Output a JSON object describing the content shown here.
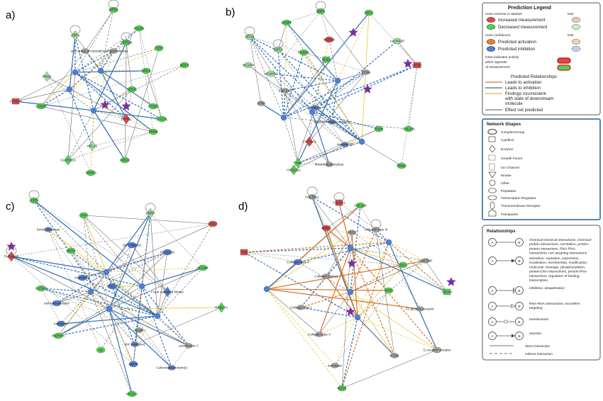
{
  "panel_labels": [
    "a)",
    "b)",
    "c)",
    "d)"
  ],
  "colors": {
    "up": "#e04848",
    "down": "#4fd24f",
    "down_light": "#9be49b",
    "act": "#e8802a",
    "inh": "#4d7fd6",
    "gray": "#a9a9a9",
    "edge_blue": "#2f6fb8",
    "edge_orange": "#d8742a",
    "edge_yellow": "#e3c21b",
    "edge_gray": "#777777",
    "star": "#7b2f9e"
  },
  "panels": [
    {
      "nodes": [
        {
          "t": "RTTN",
          "c": "down"
        },
        {
          "t": "HAUS1",
          "c": "down"
        },
        {
          "t": "DBF4",
          "c": "down_light"
        },
        {
          "t": "acyl group acceptor",
          "c": "gray"
        },
        {
          "t": "phosphotransferase",
          "c": "gray"
        },
        {
          "t": "CEP135",
          "c": "down"
        },
        {
          "t": "CEP",
          "c": "down"
        },
        {
          "t": "PRM1",
          "c": "down_light"
        },
        {
          "t": "SRPX",
          "c": "down"
        },
        {
          "t": "MGP1",
          "c": "down"
        },
        {
          "t": "ATP8A3",
          "c": "up"
        },
        {
          "t": "CCNA1",
          "c": "down"
        },
        {
          "t": "ACE11",
          "c": "down"
        },
        {
          "t": "EPHB1",
          "c": "up"
        },
        {
          "t": "CTSD1",
          "c": "down"
        },
        {
          "t": "EFCC2L",
          "c": "down"
        },
        {
          "t": "PRM3",
          "c": "down"
        },
        {
          "t": "HELLS",
          "c": "down_light"
        },
        {
          "t": "GUCY1B3",
          "c": "down"
        },
        {
          "t": "UROC",
          "c": "down"
        },
        {
          "t": "TRIP13",
          "c": "down"
        }
      ]
    },
    {
      "nodes": [
        {
          "t": "MKX",
          "c": "down"
        },
        {
          "t": "IGF1",
          "c": "down"
        },
        {
          "t": "NCAN",
          "c": "down_light"
        },
        {
          "t": "CENPF",
          "c": "down"
        },
        {
          "t": "BUB1",
          "c": "down"
        },
        {
          "t": "SMG3",
          "c": "down_light"
        },
        {
          "t": "FOXM1",
          "c": "down"
        },
        {
          "t": "MCM10",
          "c": "up"
        },
        {
          "t": "NCAPH",
          "c": "down_light"
        },
        {
          "t": "NCAPG2",
          "c": "down_light"
        },
        {
          "t": "ALOX5AP",
          "c": "down_light"
        },
        {
          "t": "PCNA",
          "c": "gray"
        },
        {
          "t": "MCM2",
          "c": "up"
        },
        {
          "t": "SWI-SNF",
          "c": "gray"
        },
        {
          "t": "TPM",
          "c": "gray"
        },
        {
          "t": "hormone",
          "c": "inh"
        },
        {
          "t": "thyroid hormone receptor",
          "c": "inh"
        },
        {
          "t": "CYP19A1",
          "c": "up"
        },
        {
          "t": "ECM",
          "c": "down"
        },
        {
          "t": "COL4A5",
          "c": "down"
        },
        {
          "t": "TYMS",
          "c": "down"
        },
        {
          "t": "Histone H3",
          "c": "inh"
        },
        {
          "t": "histone deacetylase",
          "c": "gray"
        },
        {
          "t": "HSD11B1",
          "c": "down"
        },
        {
          "t": "RRM2",
          "c": "down"
        }
      ]
    },
    {
      "nodes": [
        {
          "t": "CFD",
          "c": "down"
        },
        {
          "t": "FAP",
          "c": "down"
        },
        {
          "t": "DNER",
          "c": "down_light"
        },
        {
          "t": "CDK7",
          "c": "up"
        },
        {
          "t": "Serine Protease",
          "c": "inh"
        },
        {
          "t": "TMEM189",
          "c": "up"
        },
        {
          "t": "DPP4",
          "c": "down"
        },
        {
          "t": "SRC (family)",
          "c": "inh"
        },
        {
          "t": "PLA2G16",
          "c": "inh"
        },
        {
          "t": "NCAM1",
          "c": "down"
        },
        {
          "t": "chemokine",
          "c": "inh"
        },
        {
          "t": "SLC9A2",
          "c": "down"
        },
        {
          "t": "estrogen receptor",
          "c": "inh"
        },
        {
          "t": "CXCL2",
          "c": "inh"
        },
        {
          "t": "Focal adhesion kinase",
          "c": "inh"
        },
        {
          "t": "RAB27A",
          "c": "down"
        },
        {
          "t": "Interferon",
          "c": "inh"
        },
        {
          "t": "Integrin",
          "c": "gray"
        },
        {
          "t": "RSPH14",
          "c": "down"
        },
        {
          "t": "Ap",
          "c": "down"
        },
        {
          "t": "IKK (complex)",
          "c": "inh"
        },
        {
          "t": "cytochrome C",
          "c": "gray"
        },
        {
          "t": "AMPK",
          "c": "inh"
        },
        {
          "t": "Calcineurin protein(s)",
          "c": "inh"
        },
        {
          "t": "MYO1A",
          "c": "down"
        }
      ]
    },
    {
      "nodes": [
        {
          "t": "COL28A1",
          "c": "gray"
        },
        {
          "t": "COL4A6",
          "c": "down"
        },
        {
          "t": "COL5A1",
          "c": "up"
        },
        {
          "t": "MMP1",
          "c": "up"
        },
        {
          "t": "PDGF",
          "c": "gray"
        },
        {
          "t": "Collagen type III",
          "c": "gray"
        },
        {
          "t": "Collagen type II",
          "c": "inh"
        },
        {
          "t": "Collagen Alpha1",
          "c": "gray"
        },
        {
          "t": "TNF",
          "c": "up"
        },
        {
          "t": "SLC",
          "c": "down"
        },
        {
          "t": "SWI-SNF",
          "c": "gray"
        },
        {
          "t": "Collagen type I",
          "c": "gray"
        },
        {
          "t": "MYB",
          "c": "down"
        },
        {
          "t": "COL4A",
          "c": "down"
        },
        {
          "t": "Fc gamma receptor",
          "c": "gray"
        },
        {
          "t": "Collagen type V",
          "c": "gray"
        },
        {
          "t": "secretase",
          "c": "gray"
        },
        {
          "t": "ITGB2",
          "c": "gray"
        },
        {
          "t": "G-coupled receptor",
          "c": "gray"
        },
        {
          "t": "NAD1",
          "c": "down"
        }
      ]
    }
  ],
  "prediction_legend": {
    "title": "Prediction Legend",
    "sub1": "more extreme in dataset",
    "sub1_right": "less",
    "increased": "Increased measurement",
    "decreased": "Decreased measurement",
    "sub2": "more confidence",
    "sub2_right": "less",
    "pred_act": "Predicted activation",
    "pred_inh": "Predicted inhibition",
    "glow": [
      "Glow indicates activity",
      "when opposite",
      "of measurement"
    ],
    "rel_title": "Predicted Relationships",
    "leads_act": "Leads to activation",
    "leads_inh": "Leads to inhibition",
    "findings": [
      "Findings inconsistent",
      "with state of downstream",
      "molecule"
    ],
    "not_predicted": "Effect not predicted"
  },
  "shapes_legend": {
    "title": "Network Shapes",
    "items": [
      "Complex/Group",
      "Cytokine",
      "Enzyme",
      "Growth Factor",
      "Ion Channel",
      "Kinase",
      "Other",
      "Peptidase",
      "Transcription Regulator",
      "Transmembrane Receptor",
      "Transporter"
    ]
  },
  "relationships_legend": {
    "title": "Relationships",
    "node_a": "A",
    "node_b": "B",
    "rows": [
      [
        "chemical-chemical interactions, chemical-",
        "protein interactions, correlation, protein-",
        "protein interactions, RNA-RNA",
        "interactions: non targeting interactions"
      ],
      [
        "activation, causation, expression,",
        "localization, membership, modification,",
        "molecular cleavage, phosphorylation,",
        "protein-DNA interactions, protein-RNA",
        "interactions, regulation of binding,",
        "transcription"
      ],
      [
        "inhibition, ubiquitination"
      ],
      [
        "RNA-RNA interactions: microRNA",
        "targeting"
      ],
      [
        "translocation"
      ],
      [
        "reaction"
      ]
    ],
    "direct": "direct interaction",
    "indirect": "indirect interaction"
  }
}
